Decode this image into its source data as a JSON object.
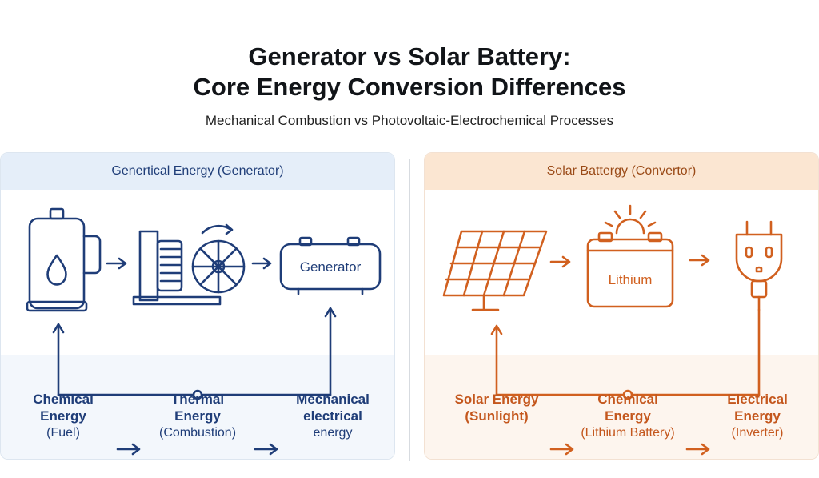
{
  "header": {
    "title_line1": "Generator vs Solar Battery:",
    "title_line2": "Core Energy Conversion Differences",
    "subtitle": "Mechanical Combustion vs Photovoltaic-Electrochemical Processes"
  },
  "colors": {
    "blue": "#1f3d78",
    "orange": "#d1601f"
  },
  "left_panel": {
    "header": "Genertical Energy (Generator)",
    "icons": [
      "fuel-tank-icon",
      "heat-engine-icon",
      "generator-icon"
    ],
    "generator_label": "Generator",
    "stages": [
      {
        "name_line1": "Chemical",
        "name_line2": "Energy",
        "desc": "(Fuel)"
      },
      {
        "name_line1": "Thermal",
        "name_line2": "Energy",
        "desc": "(Combustion)"
      },
      {
        "name_line1": "Mechanical",
        "name_line2": "electrical",
        "desc": "energy"
      }
    ]
  },
  "right_panel": {
    "header": "Solar Battergy (Convertor)",
    "icons": [
      "solar-panel-icon",
      "battery-icon",
      "plug-icon"
    ],
    "battery_label": "Lithium",
    "stages": [
      {
        "name_line1": "Solar Energy",
        "name_line2": "(Sunlight)",
        "desc": ""
      },
      {
        "name_line1": "Chemical",
        "name_line2": "Energy",
        "desc": "(Lithium Battery)"
      },
      {
        "name_line1": "Electrical",
        "name_line2": "Energy",
        "desc": "(Inverter)"
      }
    ]
  }
}
